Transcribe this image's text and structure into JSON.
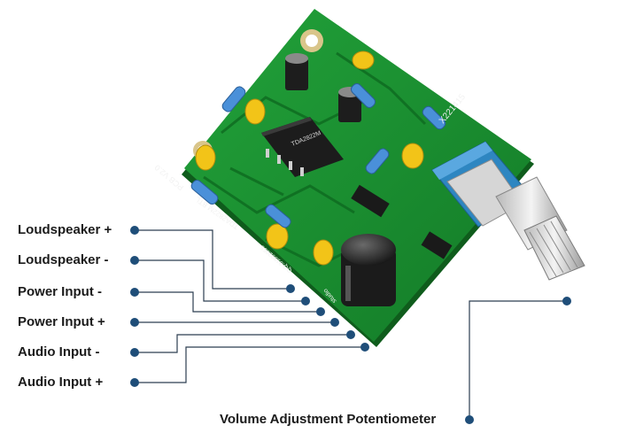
{
  "colors": {
    "pcb": "#1a8a2e",
    "pcb_edge": "#0f5c1c",
    "silkscreen": "#f2f2f2",
    "leader_line": "#2c3e50",
    "dot": "#1f4e79",
    "capacitor_yellow": "#f2c418",
    "pot_blue": "#2e86c1"
  },
  "board_silkscreen": {
    "pcb_version": "PCB V2.0",
    "chip_name": "TDA2822M",
    "module_text": "TDA2822M BTL",
    "model": "X221415",
    "shop": "studio",
    "qq": "QQ:81892055"
  },
  "callouts": [
    {
      "label": "Loudspeaker +",
      "icon": "dot"
    },
    {
      "label": "Loudspeaker -",
      "icon": "dot"
    },
    {
      "label": "Power Input -",
      "icon": "dot"
    },
    {
      "label": "Power Input +",
      "icon": "dot"
    },
    {
      "label": "Audio Input -",
      "icon": "dot"
    },
    {
      "label": "Audio Input +",
      "icon": "dot"
    },
    {
      "label": "Volume Adjustment Potentiometer",
      "icon": "dot"
    }
  ]
}
